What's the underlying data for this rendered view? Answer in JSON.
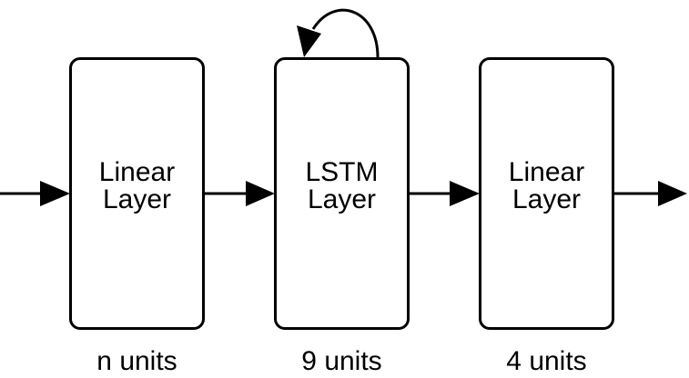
{
  "diagram": {
    "blocks": [
      {
        "line1": "Linear",
        "line2": "Layer",
        "units": "n units"
      },
      {
        "line1": "LSTM",
        "line2": "Layer",
        "units": "9 units"
      },
      {
        "line1": "Linear",
        "line2": "Layer",
        "units": "4 units"
      }
    ]
  }
}
